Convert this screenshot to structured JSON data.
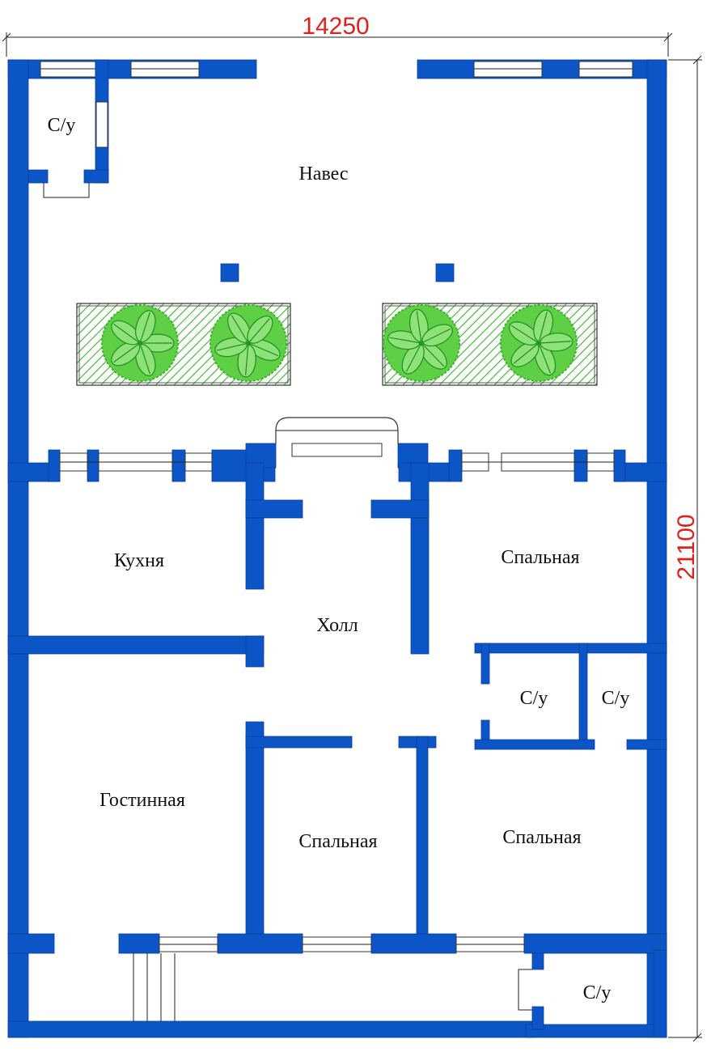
{
  "dimensions": {
    "width": "14250",
    "height": "21100"
  },
  "rooms": {
    "canopy": "Навес",
    "wc_top_left": "С/у",
    "kitchen": "Кухня",
    "hall": "Холл",
    "bedroom_right_top": "Спальная",
    "wc_mid_1": "С/у",
    "wc_mid_2": "С/у",
    "living_room": "Гостинная",
    "bedroom_center": "Спальная",
    "bedroom_right_bottom": "Спальная",
    "wc_bottom_right": "С/у"
  },
  "colors": {
    "wall": "#0b55c7",
    "dimension": "#e0201a",
    "planter": "#39b52a"
  }
}
